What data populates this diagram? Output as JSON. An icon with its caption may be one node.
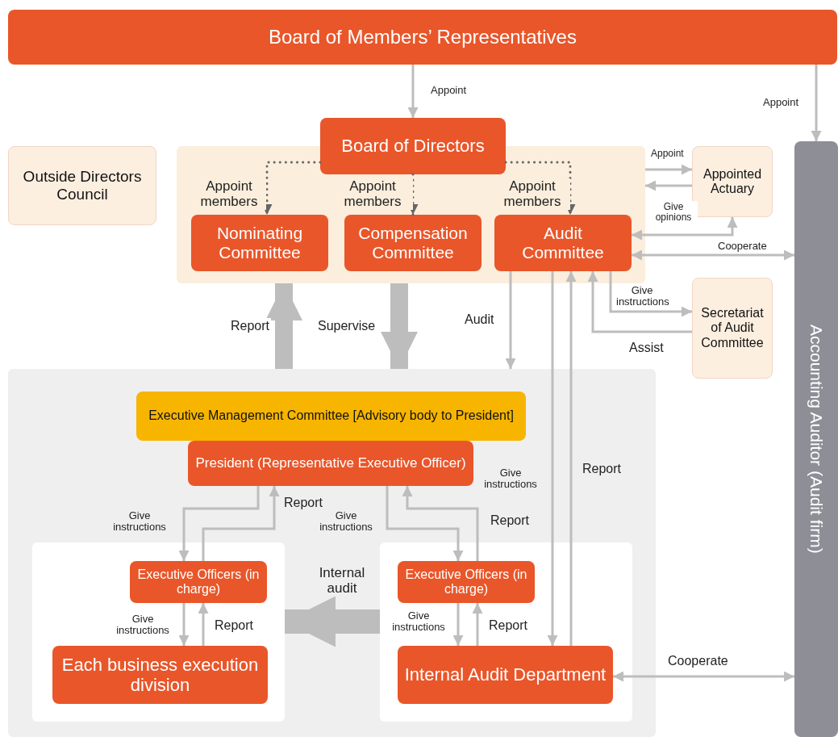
{
  "diagram": {
    "nodes": [
      {
        "text": [
          "Board of Members’ Representatives"
        ]
      },
      {
        "text": [
          "Outside Directors Council"
        ]
      },
      {
        "text": [],
        "shape": "box"
      },
      {
        "text": [
          "Board of Directors"
        ]
      },
      {
        "text": [
          "Nominating Committee"
        ],
        "in": 2
      },
      {
        "text": [
          "Compensation Committee"
        ],
        "in": 2
      },
      {
        "text": [
          "Audit Committee"
        ],
        "in": 2
      },
      {
        "text": [
          "Appointed Actuary"
        ]
      },
      {
        "text": [
          "Secretariat of Audit Committee"
        ]
      },
      {
        "text": [
          "Accounting Auditor (Audit firm)"
        ]
      },
      {
        "text": [],
        "shape": "box"
      },
      {
        "text": [
          "Executive Management Committee [Advisory body to President]"
        ],
        "in": 10
      },
      {
        "text": [
          "President (Representative Executive Officer)"
        ],
        "in": 10
      },
      {
        "text": [],
        "shape": "box",
        "in": 10
      },
      {
        "text": [
          "Executive Officers (in charge)"
        ],
        "in": 13
      },
      {
        "text": [
          "Each business execution division"
        ],
        "in": 13
      },
      {
        "text": [],
        "shape": "box",
        "in": 10
      },
      {
        "text": [
          "Executive Officers (in charge)"
        ],
        "in": 16
      },
      {
        "text": [
          "Internal Audit Department"
        ],
        "in": 16
      }
    ],
    "edges": [
      {
        "from": 0,
        "to": 3,
        "arrow": "to",
        "label": "Appoint"
      },
      {
        "from": 0,
        "to": 9,
        "arrow": "to",
        "label": "Appoint"
      },
      {
        "from": 3,
        "to": 4,
        "arrow": "to",
        "label": "Appoint members",
        "style": "dashed",
        "color": "#666666"
      },
      {
        "from": 3,
        "to": 5,
        "arrow": "to",
        "label": "Appoint members",
        "style": "dashed",
        "color": "#666666"
      },
      {
        "from": 3,
        "to": 6,
        "arrow": "to",
        "label": "Appoint members",
        "style": "dashed",
        "color": "#666666"
      },
      {
        "from": 2,
        "to": 7,
        "arrow": "to",
        "label": "Appoint"
      },
      {
        "from": 7,
        "to": 2,
        "arrow": "to",
        "label": "Give opinions"
      },
      {
        "from": 6,
        "to": 7,
        "arrow": "both"
      },
      {
        "from": 6,
        "to": 9,
        "arrow": "both",
        "label": "Cooperate"
      },
      {
        "from": 6,
        "to": 8,
        "arrow": "to",
        "label": "Give instructions"
      },
      {
        "from": 8,
        "to": 6,
        "arrow": "to",
        "label": "Assist"
      },
      {
        "from": 10,
        "to": 2,
        "arrow": "to",
        "label": "Report",
        "style": "thick"
      },
      {
        "from": 2,
        "to": 10,
        "arrow": "to",
        "label": "Supervise",
        "style": "thick"
      },
      {
        "from": 6,
        "to": 10,
        "arrow": "to",
        "label": "Audit"
      },
      {
        "from": 6,
        "to": 18,
        "arrow": "to",
        "label": "Give instructions"
      },
      {
        "from": 18,
        "to": 6,
        "arrow": "to",
        "label": "Report"
      },
      {
        "from": 12,
        "to": 14,
        "arrow": "to",
        "label": "Give instructions"
      },
      {
        "from": 14,
        "to": 12,
        "arrow": "to",
        "label": "Report"
      },
      {
        "from": 12,
        "to": 17,
        "arrow": "to",
        "label": "Give instructions"
      },
      {
        "from": 17,
        "to": 12,
        "arrow": "to",
        "label": "Report"
      },
      {
        "from": 14,
        "to": 15,
        "arrow": "to",
        "label": "Give instructions"
      },
      {
        "from": 15,
        "to": 14,
        "arrow": "to",
        "label": "Report"
      },
      {
        "from": 17,
        "to": 18,
        "arrow": "to",
        "label": "Give instructions"
      },
      {
        "from": 18,
        "to": 17,
        "arrow": "to",
        "label": "Report"
      },
      {
        "from": 16,
        "to": 13,
        "arrow": "to",
        "label": "Internal audit",
        "style": "thick"
      },
      {
        "from": 18,
        "to": 9,
        "arrow": "both",
        "label": "Cooperate"
      }
    ]
  }
}
